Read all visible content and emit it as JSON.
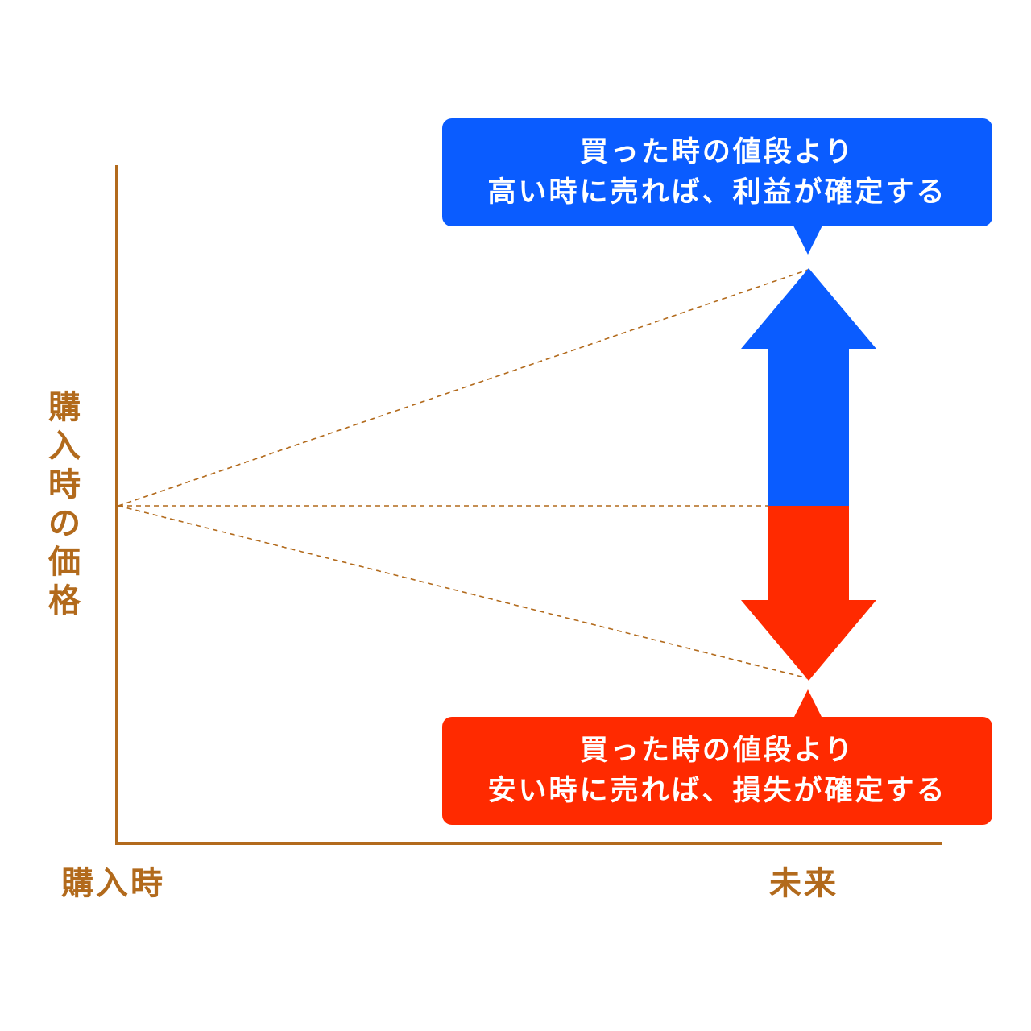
{
  "colors": {
    "axis": "#B26A1C",
    "profit": "#0A5CFF",
    "loss": "#FF2A00",
    "label_text": "#B26A1C",
    "callout_text": "#FFFFFF"
  },
  "y_axis_label": [
    "購",
    "入",
    "時",
    "の",
    "価",
    "格"
  ],
  "x_axis": {
    "start_label": "購入時",
    "end_label": "未来"
  },
  "callouts": {
    "profit": {
      "line1": "買った時の値段より",
      "line2": "高い時に売れば、利益が確定する"
    },
    "loss": {
      "line1": "買った時の値段より",
      "line2": "安い時に売れば、損失が確定する"
    }
  },
  "arrows": {
    "up": "profit",
    "down": "loss"
  }
}
